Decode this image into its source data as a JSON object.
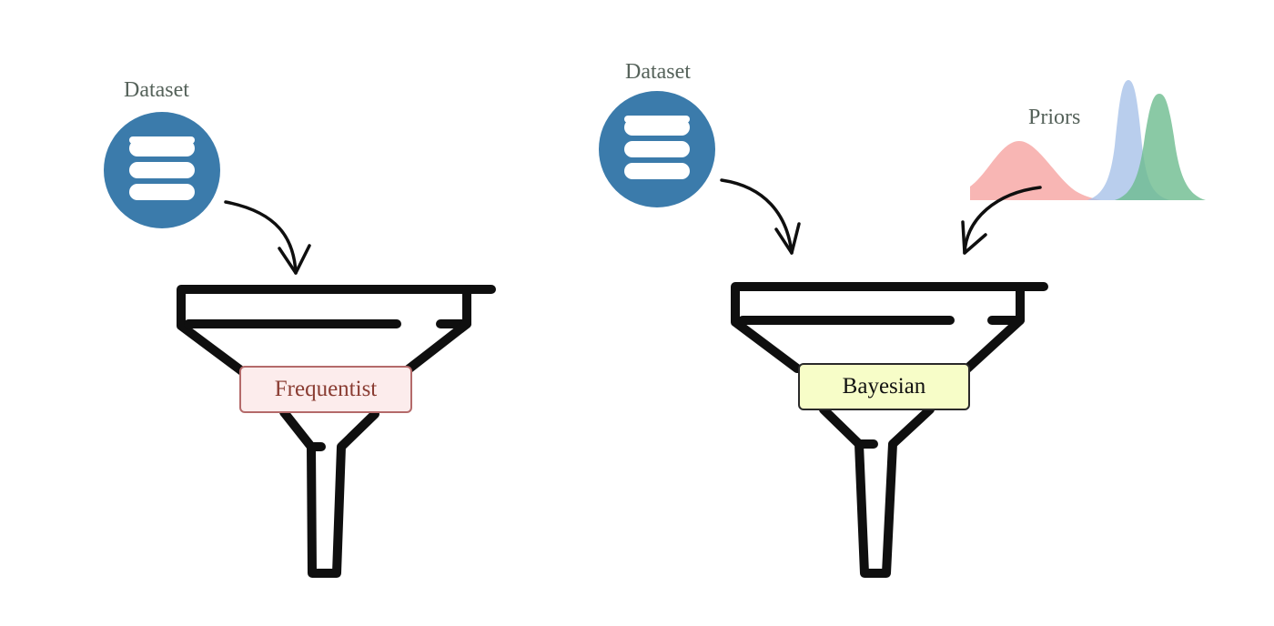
{
  "left": {
    "dataset_label": "Dataset",
    "filter_label": "Frequentist",
    "icon": "database-icon"
  },
  "right": {
    "dataset_label": "Dataset",
    "priors_label": "Priors",
    "filter_label": "Bayesian",
    "icon": "database-icon",
    "prior_curves": [
      "red",
      "blue",
      "green"
    ]
  },
  "colors": {
    "dataset_circle": "#3b7bab",
    "label_text": "#55625a",
    "funnel_stroke": "#0f0f0f",
    "frequentist_fill": "#fcecec",
    "frequentist_border": "#b46a6a",
    "frequentist_text": "#8a3c32",
    "bayesian_fill": "#f7fdc8",
    "bayesian_border": "#2a2a2a",
    "bayesian_text": "#111111",
    "prior_red": "#f7a9a7",
    "prior_blue": "#a7c2e8",
    "prior_green": "#6dbb8e"
  }
}
